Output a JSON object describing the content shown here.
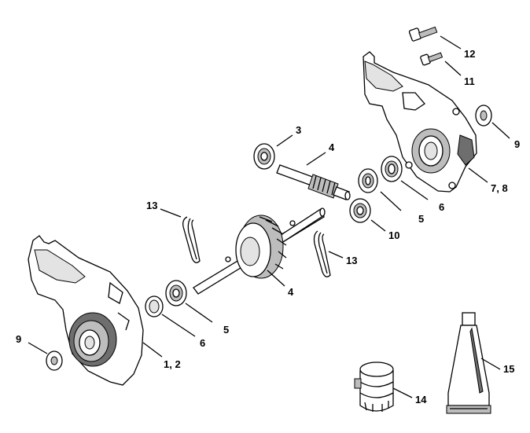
{
  "diagram": {
    "labels": {
      "l1": "3",
      "l2": "4",
      "l3": "12",
      "l4": "11",
      "l5": "9",
      "l6": "7, 8",
      "l7": "5",
      "l8": "6",
      "l9": "10",
      "l10": "13",
      "l11": "13",
      "l12": "4",
      "l13": "5",
      "l14": "6",
      "l15": "1, 2",
      "l16": "9",
      "l17": "14",
      "l18": "15"
    }
  }
}
